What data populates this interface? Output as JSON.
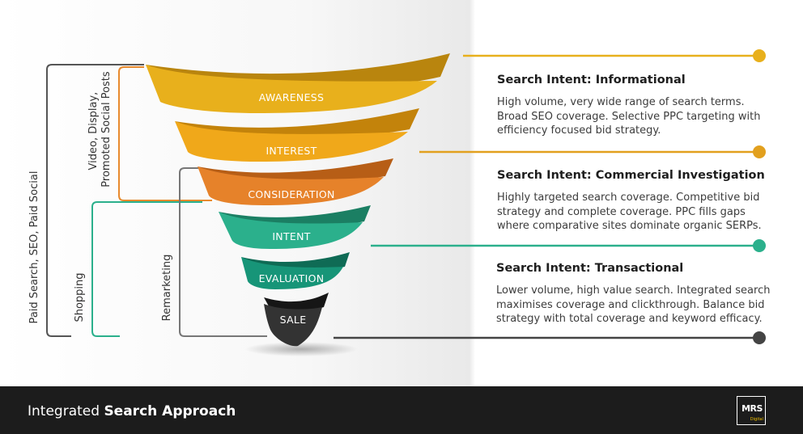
{
  "funnel": {
    "stages": [
      {
        "label": "AWARENESS",
        "color": "#e8b01c",
        "back": "#b9850e"
      },
      {
        "label": "INTEREST",
        "color": "#f0a81a",
        "back": "#c3830b"
      },
      {
        "label": "CONSIDERATION",
        "color": "#e6822a",
        "back": "#b75e16"
      },
      {
        "label": "INTENT",
        "color": "#2bb08c",
        "back": "#1b7f63"
      },
      {
        "label": "EVALUATION",
        "color": "#179578",
        "back": "#0f6b55"
      },
      {
        "label": "SALE",
        "color": "#333333",
        "back": "#161616"
      }
    ]
  },
  "channels": [
    {
      "label": "Paid Search, SEO, Paid Social",
      "color": "#555555"
    },
    {
      "label_lines": [
        "Video, Display,",
        "Promoted Social Posts"
      ],
      "color": "#e88a2e"
    },
    {
      "label": "Shopping",
      "color": "#2bb08c"
    },
    {
      "label": "Remarketing",
      "color": "#777777"
    }
  ],
  "intents": [
    {
      "title": "Search Intent: Informational",
      "body": "High volume, very wide range of search terms.\nBroad SEO coverage. Selective PPC targeting with\nefficiency focused bid strategy.",
      "color": "#e8b01c"
    },
    {
      "title": "Search Intent: Commercial Investigation",
      "body": "Highly targeted search coverage. Competitive bid\nstrategy and complete coverage. PPC fills gaps\nwhere comparative sites dominate organic SERPs.",
      "color": "#e2a01e"
    },
    {
      "title": "Search Intent: Transactional",
      "body": "Lower volume, high value search. Integrated search\nmaximises coverage and clickthrough. Balance bid\nstrategy with total coverage and keyword efficacy.",
      "color": "#2bb08c"
    }
  ],
  "sale_line_color": "#444444",
  "footer": {
    "title_regular": "Integrated ",
    "title_bold": "Search Approach"
  },
  "logo": {
    "main": "MRS",
    "sub": "Digital"
  }
}
